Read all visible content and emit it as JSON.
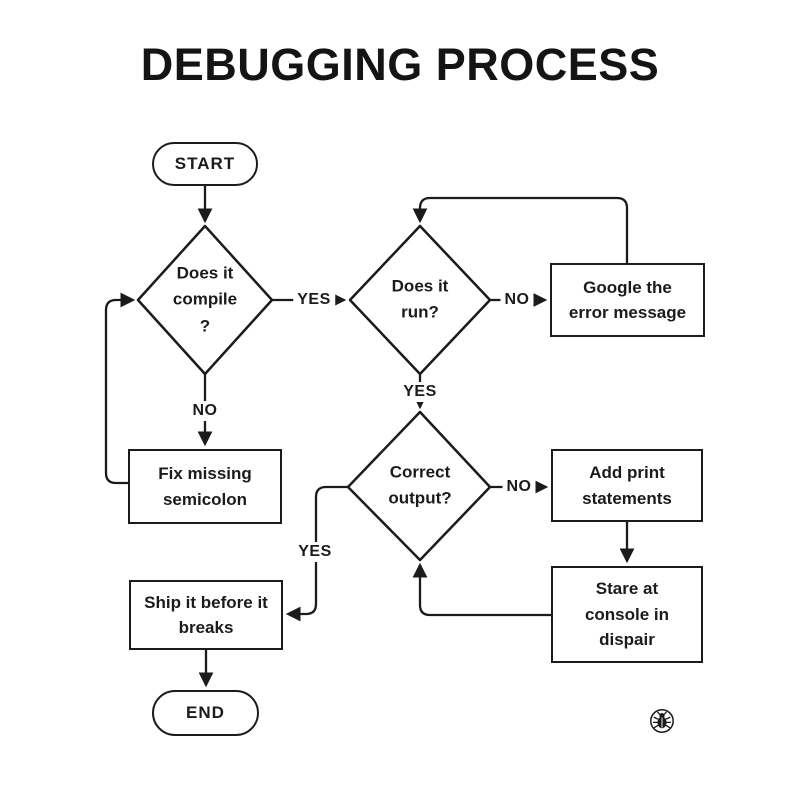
{
  "title": "DEBUGGING PROCESS",
  "colors": {
    "ink": "#1b1b1b",
    "background": "#ffffff"
  },
  "icons": {
    "bug_logo": "bug-in-circle"
  },
  "nodes": {
    "start": {
      "type": "terminator",
      "label": "START"
    },
    "compile": {
      "type": "decision",
      "label": "Does it\ncompile\n?"
    },
    "run": {
      "type": "decision",
      "label": "Does it\nrun?"
    },
    "google": {
      "type": "process",
      "label": "Google the\nerror message"
    },
    "fix": {
      "type": "process",
      "label": "Fix missing\nsemicolon"
    },
    "correct": {
      "type": "decision",
      "label": "Correct\noutput?"
    },
    "addprint": {
      "type": "process",
      "label": "Add print\nstatements"
    },
    "stare": {
      "type": "process",
      "label": "Stare at\nconsole in\ndispair"
    },
    "ship": {
      "type": "process",
      "label": "Ship it before it\nbreaks"
    },
    "end": {
      "type": "terminator",
      "label": "END"
    }
  },
  "edge_labels": {
    "compile_to_run": "YES",
    "run_to_google": "NO",
    "compile_to_fix": "NO",
    "run_to_correct": "YES",
    "correct_to_addprint": "NO",
    "correct_to_ship": "YES"
  }
}
